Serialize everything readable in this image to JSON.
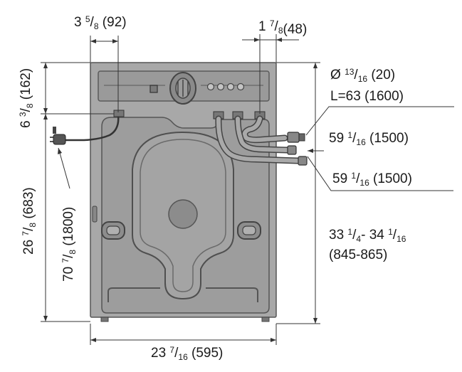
{
  "colors": {
    "machine_fill": "#a8a8a8",
    "machine_dark": "#6e6e6e",
    "machine_shadow": "#4a4a4a",
    "line": "#333333",
    "background": "#ffffff"
  },
  "dimensions": {
    "top_left": {
      "whole": "3",
      "num": "5",
      "den": "8",
      "metric": "(92)"
    },
    "top_right": {
      "whole": "1",
      "num": "7",
      "den": "8",
      "metric": "(48)"
    },
    "left_upper": {
      "whole": "6",
      "num": "3",
      "den": "8",
      "metric": "(162)"
    },
    "left_lower": {
      "whole": "26",
      "num": "7",
      "den": "8",
      "metric": "(683)"
    },
    "cable_length": {
      "whole": "70",
      "num": "7",
      "den": "8",
      "metric": "(1800)"
    },
    "hose_diameter": {
      "prefix": "Ø",
      "num": "13",
      "den": "16",
      "metric": "(20)"
    },
    "hose_length": {
      "text": "L=63 (1600)"
    },
    "hose_upper": {
      "whole": "59",
      "num": "1",
      "den": "16",
      "metric": "(1500)"
    },
    "hose_lower": {
      "whole": "59",
      "num": "1",
      "den": "16",
      "metric": "(1500)"
    },
    "height_range": {
      "whole_a": "33",
      "num_a": "1",
      "den_a": "4",
      "sep": "- ",
      "whole_b": "34",
      "num_b": "1",
      "den_b": "16",
      "metric": "(845-865)"
    },
    "width": {
      "whole": "23",
      "num": "7",
      "den": "16",
      "metric": "(595)"
    }
  }
}
